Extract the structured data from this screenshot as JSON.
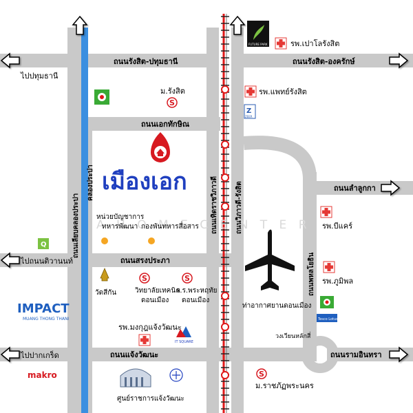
{
  "colors": {
    "road": "#c9c9c9",
    "canal": "#3b8fe0",
    "rail": "#e01818",
    "arrow_fill": "#ffffff",
    "arrow_border": "#000000",
    "arrow_head_accent": "#3aaa35",
    "hospital": "#e53935",
    "brand_blue": "#1f3fbf",
    "brand_red": "#d71920",
    "plane": "#111111",
    "poi_orange": "#f5a623"
  },
  "district": {
    "name": "เมืองเอก",
    "logo_icon": "house-pin-icon"
  },
  "roads": {
    "rangsit_pathum": "ถนนรังสิต-ปทุมธานี",
    "rangsit_ongkharak": "ถนนรังสิต-องครักษ์",
    "eak_thaksin": "ถนนเอกทักษิณ",
    "lam_luk_ka": "ถนนลำลูกกา",
    "songprapa": "ถนนสรงประภา",
    "chaeng_wattana": "ถนนแจ้งวัฒนะ",
    "ram_intra": "ถนนรามอินทรา",
    "liap_khlong_prapa": "ถนนเลียบคลองประปา",
    "thet_rat_wipawadee": "ถนนเทิดราชวิภาวดี",
    "vibhavadi_rangsit": "ถนนวิภาวดี-รังสิต",
    "phahonyothin": "ถนนพหลโยธิน",
    "canal": "คลองประปา"
  },
  "directions": {
    "to_pathum": "ไปปทุมธานี",
    "to_tiwanon": "ไปถนนติวานนท์",
    "to_pak_kret": "ไปปากเกร็ด"
  },
  "landmarks": {
    "rangsit_university": "ม.รังสิต",
    "paolo_rangsit": "รพ.เปาโลรังสิต",
    "phaet_rangsit": "รพ.แพทย์รังสิต",
    "bangkok_care": "รพ.บีแคร์",
    "bhumibol": "รพ.ภูมิพล",
    "military_command": "หน่วยบัญชาการ ทหารพัฒนา",
    "signal_division": "กองพันทหารสื่อสาร",
    "wat_sikan": "วัดสีกัน",
    "tech_college": "วิทยาลัยเทคนิค ดอนเมือง",
    "school": "ร.ร.พระหฤทัย ดอนเมือง",
    "mongkut_hospital": "รพ.มงกุฎแจ้งวัฒนะ",
    "airport": "ท่าอากาศยานดอนเมือง",
    "circle": "วงเวียนหลักสี่",
    "rajabhat": "ม.ราชภัฏพระนคร",
    "government_center": "ศูนย์ราชการแจ้งวัฒนะ",
    "zeer": "ZEER",
    "future_park": "FUTURE PARK",
    "impact": "IMPACT",
    "impact_sub": "MUANG THONG THANI",
    "makro": "makro",
    "it_square": "IT SQUARE",
    "lotus": "Tesco Lotus"
  },
  "watermark": "A H O M E C E N T E R",
  "icons": {
    "hospital": "hospital-cross-icon",
    "university": "university-s-icon",
    "temple": "temple-icon",
    "airport": "airplane-icon",
    "north": "north-arrow-icon",
    "place_dot": "place-dot-icon"
  }
}
